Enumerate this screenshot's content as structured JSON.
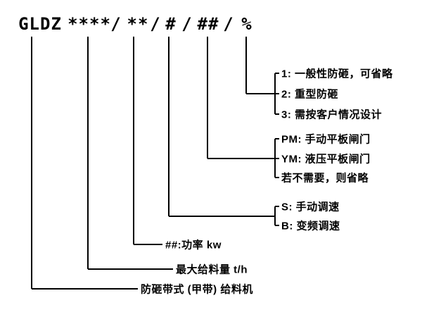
{
  "header": {
    "parts": [
      "GLDZ",
      "****",
      "/",
      "**",
      "/",
      "#",
      "/",
      "##",
      "/",
      "%"
    ]
  },
  "annotations": {
    "impact_1": "1: 一般性防砸，可省略",
    "impact_2": "2: 重型防砸",
    "impact_3": "3: 需按客户情况设计",
    "gate_pm": "PM: 手动平板闸门",
    "gate_ym": "YM: 液压平板闸门",
    "gate_none": "若不需要，则省略",
    "speed_s": "S: 手动调速",
    "speed_b": "B: 变频调速",
    "power": "##:功率 kw",
    "capacity": "最大给料量 t/h",
    "machine": "防砸带式 (甲带) 给料机"
  },
  "colors": {
    "line": "#000000",
    "text": "#000000",
    "background": "#ffffff"
  }
}
